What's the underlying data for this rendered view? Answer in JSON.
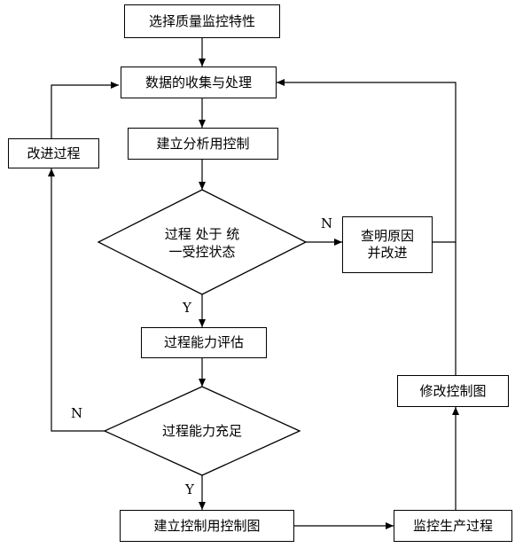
{
  "nodes": {
    "select_characteristic": "选择质量监控特性",
    "collect_data": "数据的收集与处理",
    "build_chart": "建立分析用控制",
    "statistical_control_line1": "过程 处于 统",
    "statistical_control_line2": "一受控状态",
    "find_cause_line1": "查明原因",
    "find_cause_line2": "并改进",
    "improve_process": "改进过程",
    "capability_eval": "过程能力评估",
    "capability_ok": "过程能力充足",
    "modify_chart": "修改控制图",
    "build_control_chart": "建立控制用控制图",
    "monitor_production": "监控生产过程"
  },
  "labels": {
    "n_top": "N",
    "y_top": "Y",
    "n_bottom": "N",
    "y_bottom": "Y"
  },
  "colors": {
    "stroke": "#000000",
    "background": "#ffffff"
  }
}
